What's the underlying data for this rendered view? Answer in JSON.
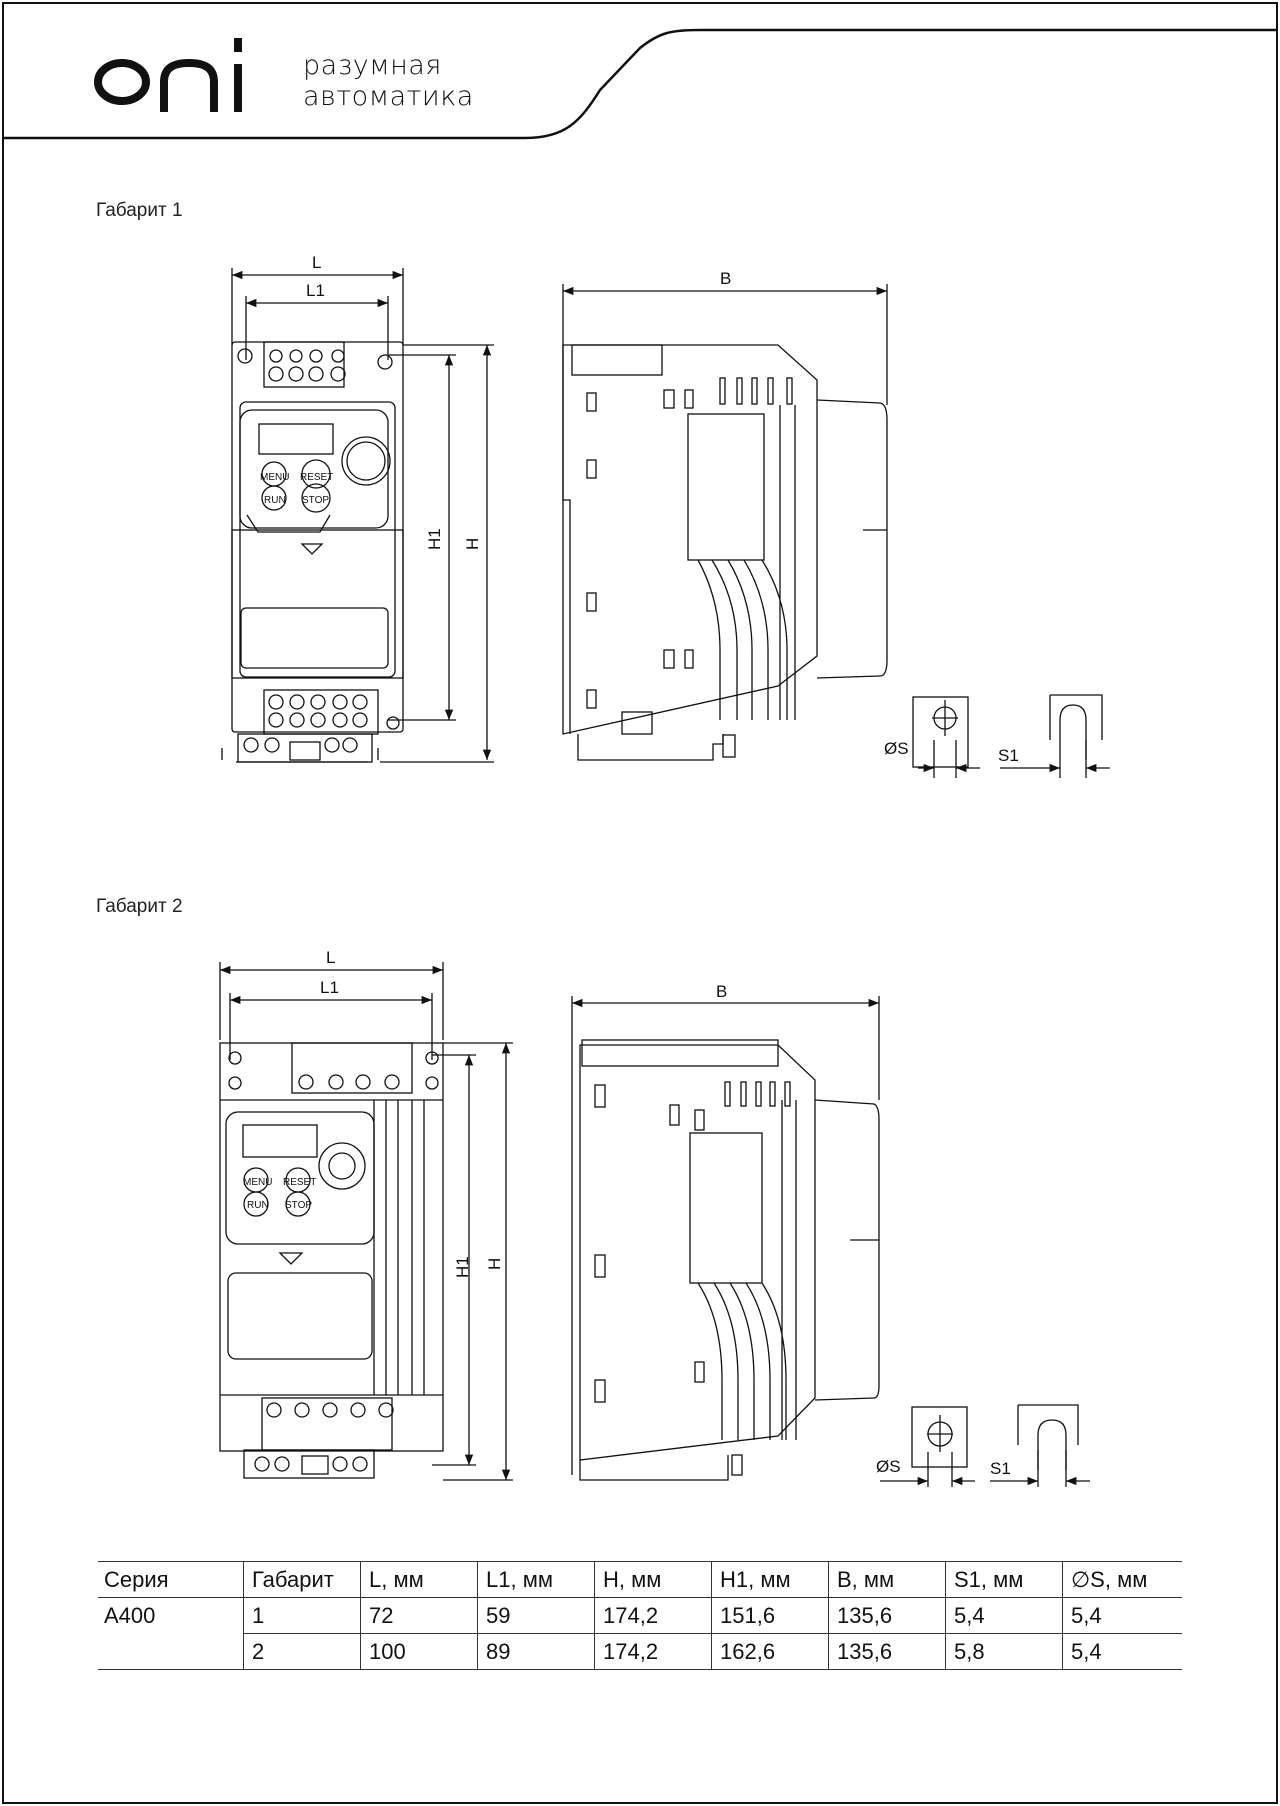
{
  "header": {
    "logo": "oni",
    "tagline_line1": "разумная",
    "tagline_line2": "автоматика"
  },
  "sections": [
    {
      "title": "Габарит 1",
      "labels": {
        "L": "L",
        "L1": "L1",
        "H": "H",
        "H1": "H1",
        "B": "B",
        "S": "ØS",
        "S1": "S1"
      },
      "panel_buttons": {
        "menu": "MENU",
        "reset": "RESET",
        "run": "RUN",
        "stop": "STOP"
      }
    },
    {
      "title": "Габарит 2",
      "labels": {
        "L": "L",
        "L1": "L1",
        "H": "H",
        "H1": "H1",
        "B": "B",
        "S": "ØS",
        "S1": "S1"
      },
      "panel_buttons": {
        "menu": "MENU",
        "reset": "RESET",
        "run": "RUN",
        "stop": "STOP"
      }
    }
  ],
  "table": {
    "headers": [
      "Серия",
      "Габарит",
      "L, мм",
      "L1, мм",
      "H, мм",
      "H1, мм",
      "B, мм",
      "S1, мм",
      "∅S, мм"
    ],
    "series": "A400",
    "rows": [
      [
        "1",
        "72",
        "59",
        "174,2",
        "151,6",
        "135,6",
        "5,4",
        "5,4"
      ],
      [
        "2",
        "100",
        "89",
        "174,2",
        "162,6",
        "135,6",
        "5,8",
        "5,4"
      ]
    ]
  }
}
